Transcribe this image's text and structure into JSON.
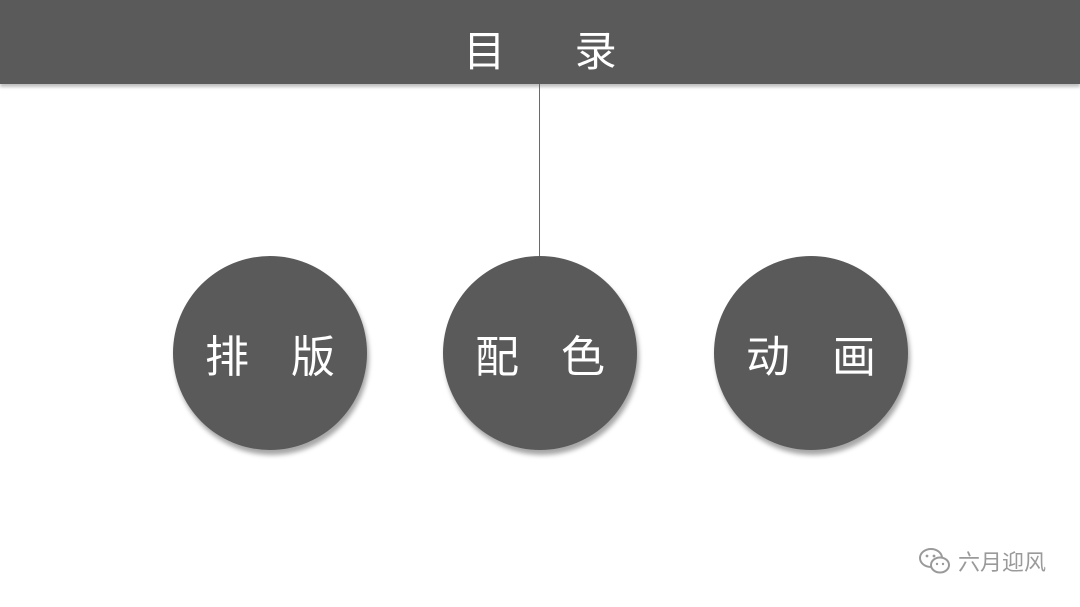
{
  "header": {
    "title": "目 录"
  },
  "items": [
    {
      "label": "排 版"
    },
    {
      "label": "配 色"
    },
    {
      "label": "动 画"
    }
  ],
  "watermark": {
    "icon": "wechat-icon",
    "text": "六月迎风"
  },
  "colors": {
    "bar": "#5a5a5a",
    "circle": "#5a5a5a",
    "text": "#ffffff",
    "watermark": "#9a9a9a"
  }
}
